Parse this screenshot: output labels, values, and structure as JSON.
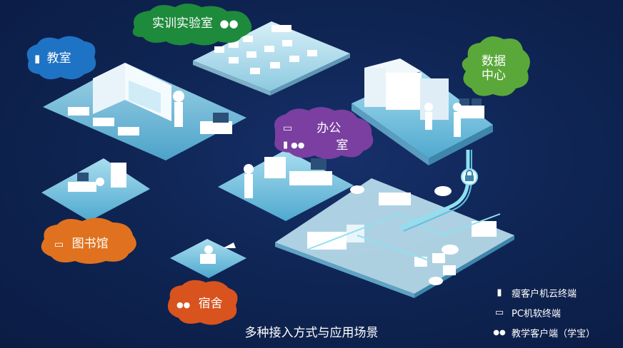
{
  "scenes": {
    "lab": {
      "label": "实训实验室",
      "icon": "users-icon",
      "color": "#1e8a3c"
    },
    "classroom": {
      "label": "教室",
      "icon": "thin-client-icon",
      "color": "#1f73c4"
    },
    "datacenter": {
      "label_line1": "数据",
      "label_line2": "中心",
      "color": "#5aa83a"
    },
    "office": {
      "label_line1": "办公",
      "label_line2": "室",
      "icons": [
        "pc-icon",
        "thin-client-icon",
        "users-icon"
      ],
      "color": "#7a3fa0"
    },
    "library": {
      "label": "图书馆",
      "icon": "pc-icon",
      "color": "#e0721f"
    },
    "dorm": {
      "label": "宿舍",
      "icon": "users-icon",
      "color": "#d9531e"
    }
  },
  "title": "多种接入方式与应用场景",
  "legend": [
    {
      "icon": "thin-client-icon",
      "label": "瘦客户机云终端"
    },
    {
      "icon": "pc-icon",
      "label": "PC机软终端"
    },
    {
      "icon": "users-icon",
      "label": "教学客户端（学宝）"
    }
  ],
  "colors": {
    "background": "#0f2554",
    "platform": "#7fc6e2",
    "link": "#8fe0f0"
  }
}
